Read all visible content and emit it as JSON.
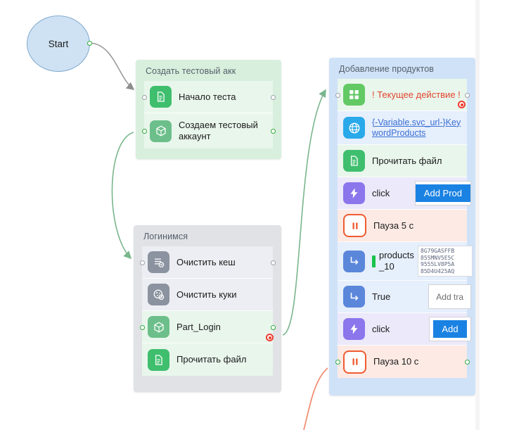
{
  "canvas": {
    "background": "#ffffff",
    "edge_gray": "#9a9a9a",
    "edge_green": "#79b68c",
    "edge_orange": "#ef8b6e"
  },
  "start_node": {
    "label": "Start",
    "fill": "#cfe2f3",
    "border": "#7fa8cd",
    "port_out": "out-port"
  },
  "groups": [
    {
      "id": "create-test-account",
      "title": "Создать тестовый акк",
      "color": "#d8efdd",
      "rows": [
        {
          "label": "Начало теста",
          "icon": "document-icon",
          "icon_style": "ico-green",
          "row_style": "row-green",
          "ports": [
            "left-gray",
            "right-gray"
          ]
        },
        {
          "label": "Создаем тестовый аккаунт",
          "icon": "package-icon",
          "icon_style": "ico-greenmid",
          "row_style": "row-green",
          "ports": [
            "left-green",
            "right-green"
          ]
        }
      ]
    },
    {
      "id": "login",
      "title": "Логинимся",
      "color": "#e0e2e6",
      "rows": [
        {
          "label": "Очистить кеш",
          "icon": "clear-cache-icon",
          "icon_style": "ico-gray",
          "row_style": "row-gray",
          "ports": [
            "left-gray",
            "right-gray"
          ]
        },
        {
          "label": "Очистить куки",
          "icon": "clear-cookies-icon",
          "icon_style": "ico-gray",
          "row_style": "row-gray",
          "ports": []
        },
        {
          "label": "Part_Login",
          "icon": "package-icon",
          "icon_style": "ico-greenmid",
          "row_style": "row-green",
          "ports": [
            "left-green",
            "right-green"
          ],
          "breakpoint": true
        },
        {
          "label": "Прочитать файл",
          "icon": "document-icon",
          "icon_style": "ico-green",
          "row_style": "row-green",
          "ports": []
        }
      ]
    },
    {
      "id": "add-products",
      "title": "Добавление продуктов",
      "color": "#cfe2f8",
      "rows": [
        {
          "label": "! Текущее действие !",
          "icon": "grid-icon",
          "icon_style": "ico-lgreen",
          "row_style": "row-green",
          "label_style": "alert",
          "ports": [
            "left-gray",
            "right-gray"
          ],
          "breakpoint": true
        },
        {
          "label": "{-Variable.svc_url-}KeywordProducts",
          "icon": "globe-icon",
          "icon_style": "ico-cyan",
          "row_style": "row-blue",
          "label_style": "link",
          "ports": []
        },
        {
          "label": "Прочитать файл",
          "icon": "document-icon",
          "icon_style": "ico-green",
          "row_style": "row-green",
          "ports": []
        },
        {
          "label": "click",
          "icon": "lightning-icon",
          "icon_style": "ico-purple",
          "row_style": "row-lav",
          "ports": [],
          "widget": {
            "type": "blue-button",
            "text": "Add Prod"
          }
        },
        {
          "label": "Пауза 5 с",
          "icon": "pause-icon",
          "icon_style": "ico-orange",
          "row_style": "row-pink",
          "ports": []
        },
        {
          "label": "products_10",
          "icon": "arrow-enter-icon",
          "icon_style": "ico-blue",
          "row_style": "row-blue",
          "marker": "green-bar",
          "ports": [],
          "widget": {
            "type": "text-thumb",
            "lines": [
              "8G79GASFFB",
              "855MNV5E5C",
              "9555LV8P5A",
              "85D4U425AQ"
            ]
          }
        },
        {
          "label": "True",
          "icon": "arrow-enter-icon",
          "icon_style": "ico-blue",
          "row_style": "row-blue",
          "ports": [],
          "widget": {
            "type": "plain-button",
            "text": "Add tra"
          }
        },
        {
          "label": "click",
          "icon": "lightning-icon",
          "icon_style": "ico-purple",
          "row_style": "row-lav",
          "ports": [],
          "widget": {
            "type": "blue-button",
            "text": "Add"
          }
        },
        {
          "label": "Пауза 10 с",
          "icon": "pause-icon",
          "icon_style": "ico-orange",
          "row_style": "row-pink",
          "ports": [
            "left-green",
            "right-green"
          ]
        }
      ]
    }
  ]
}
